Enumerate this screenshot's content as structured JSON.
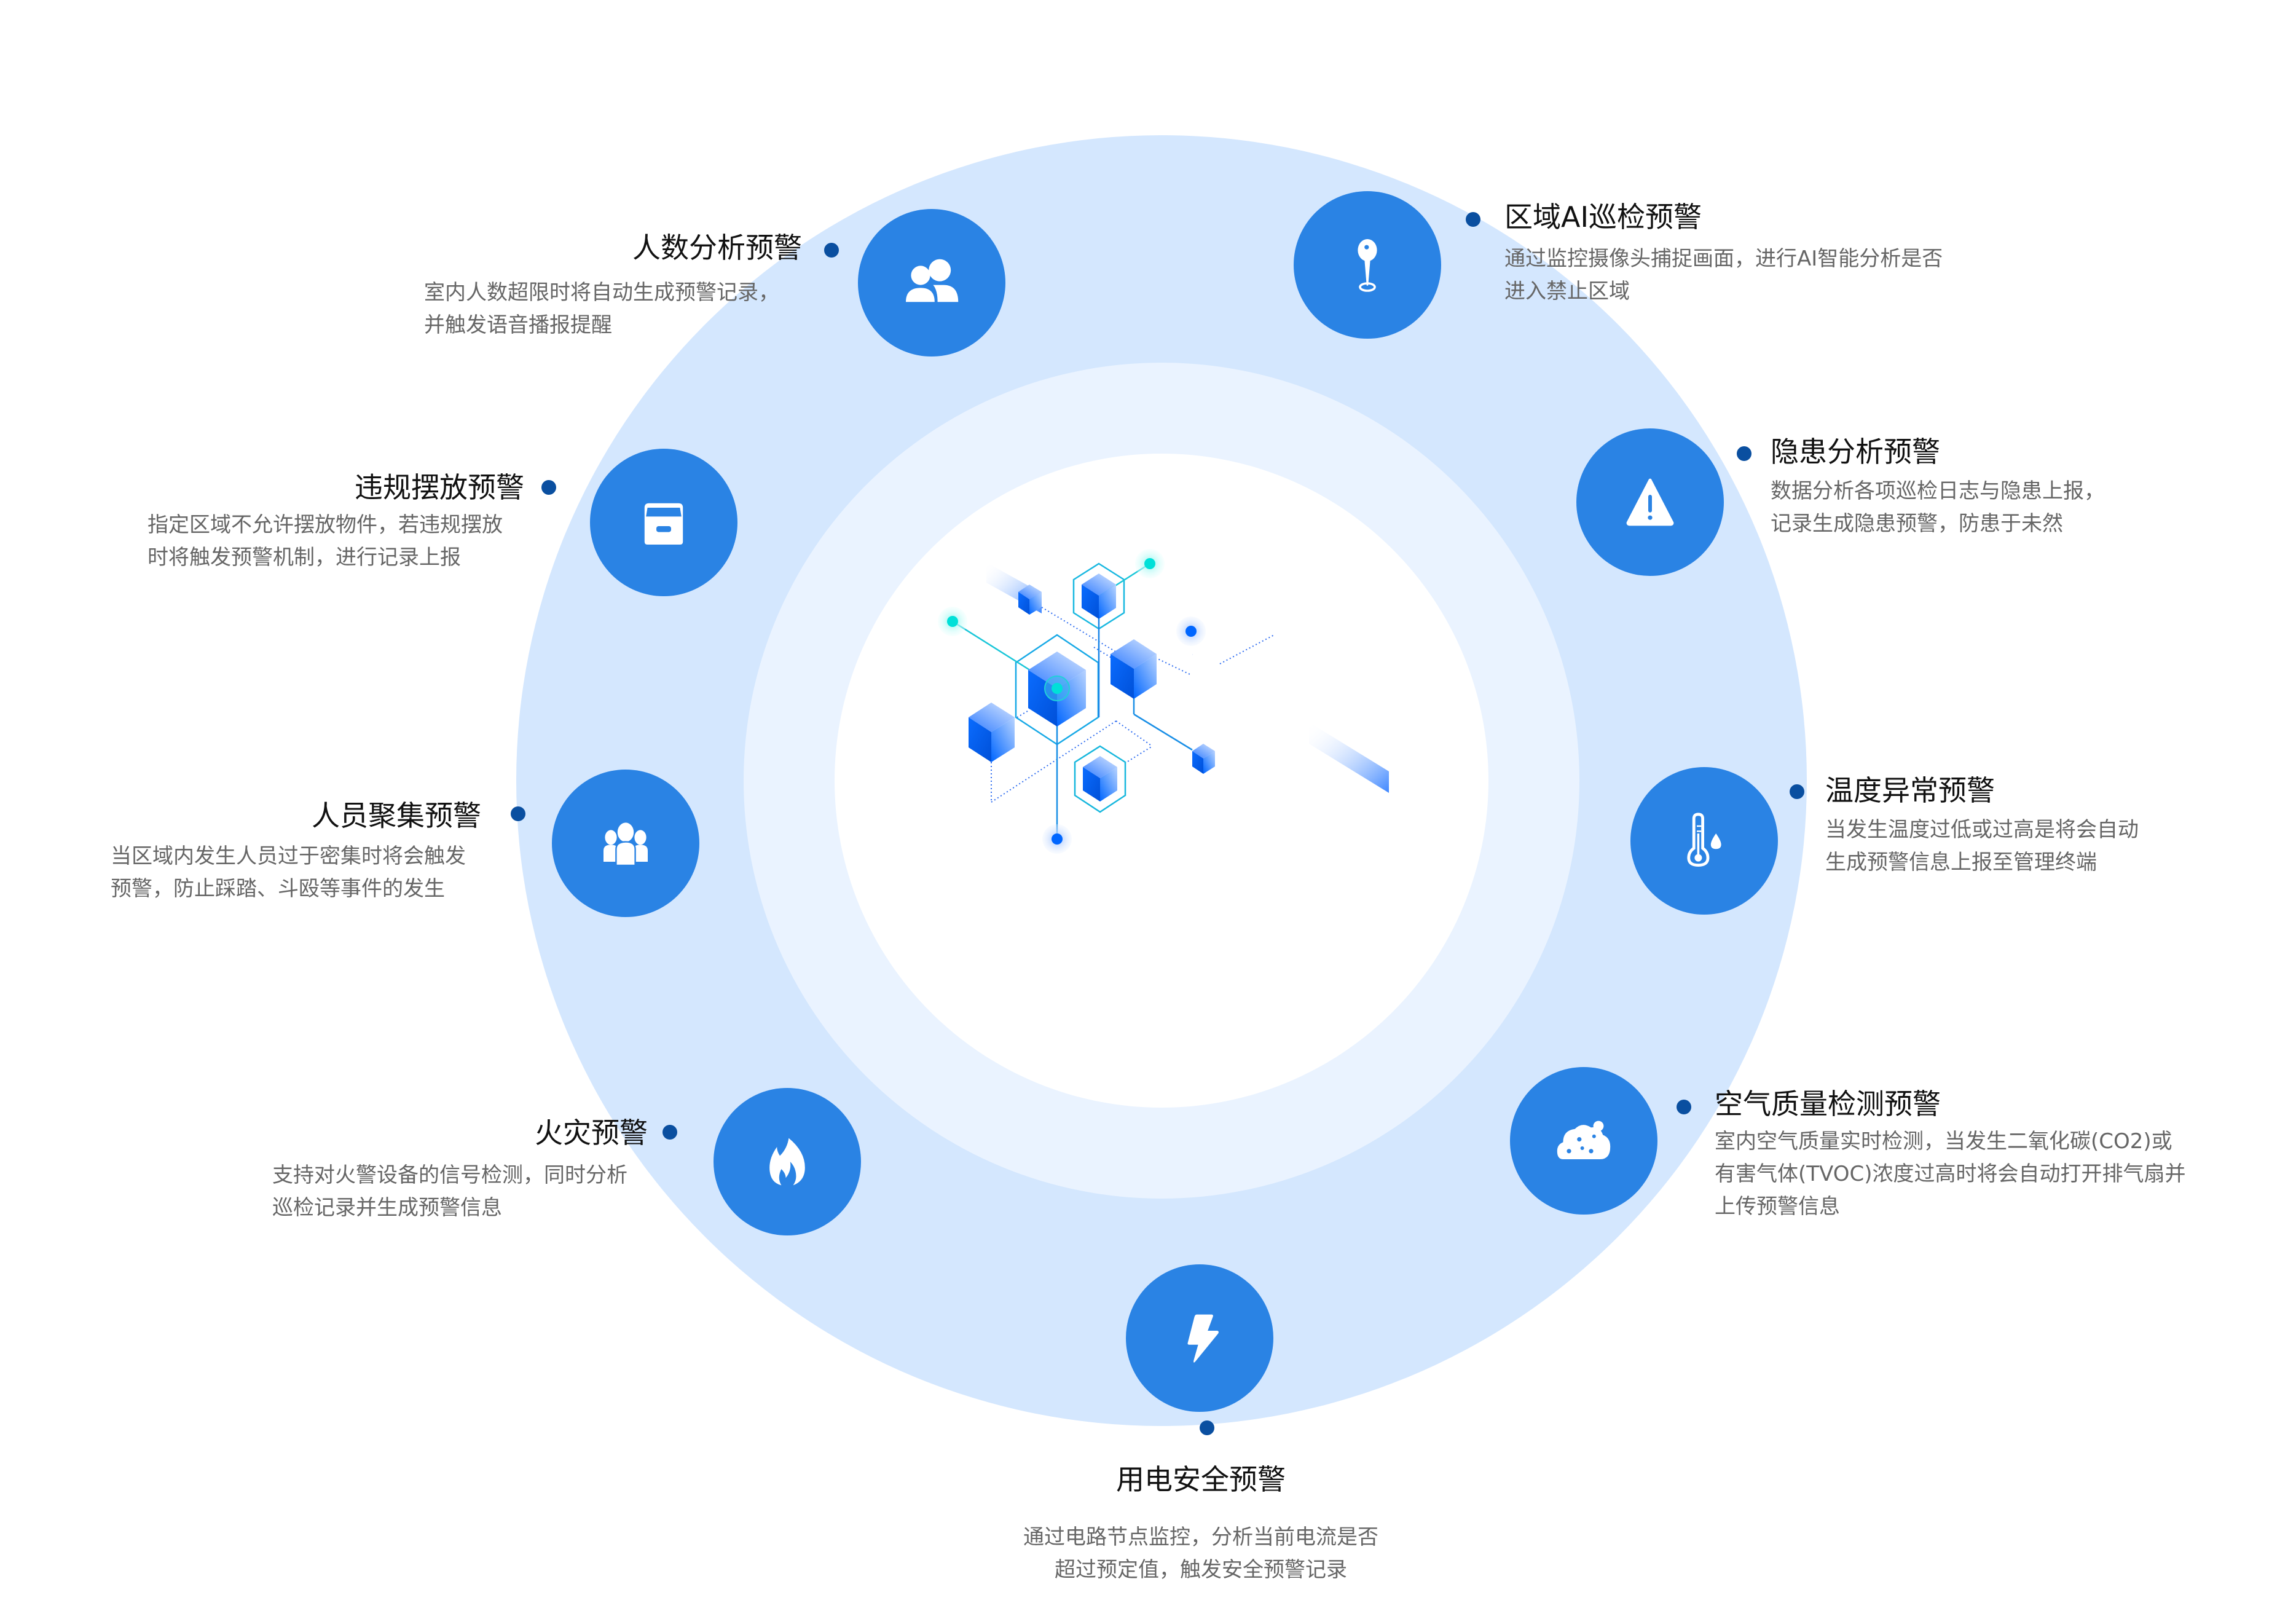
{
  "colors": {
    "outer_ring": "#D4E7FE",
    "inner_ring": "#EAF3FF",
    "node": "#2A83E4",
    "dot": "#0A4FA0",
    "title_text": "#111111",
    "desc_text": "#666666",
    "cube_blue": "#0066FF",
    "accent_cyan": "#00E0D8"
  },
  "center": {
    "icon": "isometric-cubes-network-icon"
  },
  "features": [
    {
      "id": "people-count",
      "icon": "people-pair-icon",
      "title": "人数分析预警",
      "desc": [
        "室内人数超限时将自动生成预警记录，",
        "并触发语音播报提醒"
      ]
    },
    {
      "id": "ai-patrol",
      "icon": "map-pin-icon",
      "title": "区域AI巡检预警",
      "desc": [
        "通过监控摄像头捕捉画面，进行AI智能分析是否",
        "进入禁止区域"
      ]
    },
    {
      "id": "illegal-placement",
      "icon": "box-icon",
      "title": "违规摆放预警",
      "desc": [
        "指定区域不允许摆放物件，若违规摆放",
        "时将触发预警机制，进行记录上报"
      ]
    },
    {
      "id": "hazard",
      "icon": "warning-icon",
      "title": "隐患分析预警",
      "desc": [
        "数据分析各项巡检日志与隐患上报，",
        "记录生成隐患预警，防患于未然"
      ]
    },
    {
      "id": "crowd",
      "icon": "people-group-icon",
      "title": "人员聚集预警",
      "desc": [
        "当区域内发生人员过于密集时将会触发",
        "预警，防止踩踏、斗殴等事件的发生"
      ]
    },
    {
      "id": "temperature",
      "icon": "thermometer-icon",
      "title": "温度异常预警",
      "desc": [
        "当发生温度过低或过高是将会自动",
        "生成预警信息上报至管理终端"
      ]
    },
    {
      "id": "fire",
      "icon": "flame-icon",
      "title": "火灾预警",
      "desc": [
        "支持对火警设备的信号检测，同时分析",
        "巡检记录并生成预警信息"
      ]
    },
    {
      "id": "air-quality",
      "icon": "cloud-icon",
      "title": "空气质量检测预警",
      "desc": [
        "室内空气质量实时检测，当发生二氧化碳(CO2)或",
        "有害气体(TVOC)浓度过高时将会自动打开排气扇并",
        "上传预警信息"
      ]
    },
    {
      "id": "electricity",
      "icon": "lightning-icon",
      "title": "用电安全预警",
      "desc": [
        "通过电路节点监控，分析当前电流是否",
        "超过预定值，触发安全预警记录"
      ]
    }
  ]
}
